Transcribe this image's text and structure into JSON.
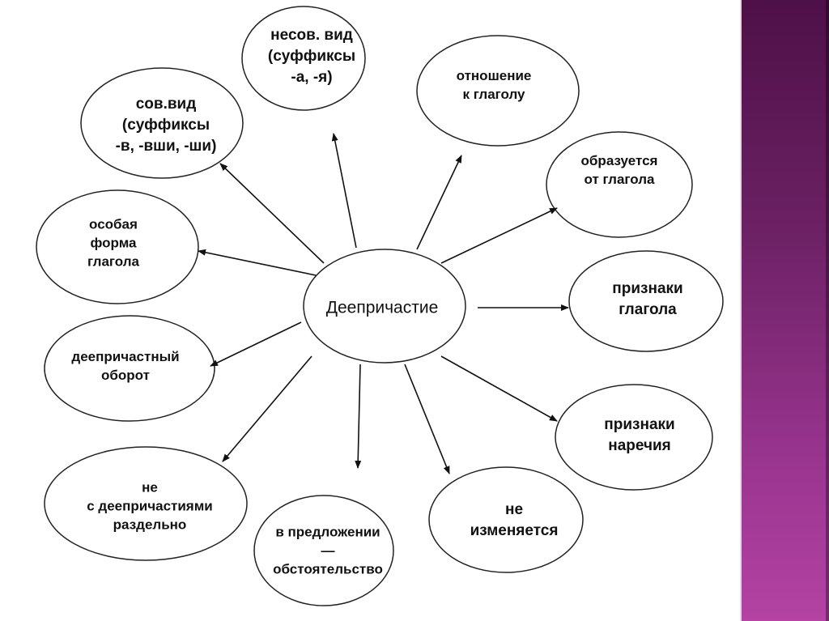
{
  "center": {
    "label": "Деепричастие"
  },
  "nodes": {
    "sov_vid": [
      "сов.вид",
      "(суффиксы",
      "-в, -вши, -ши)"
    ],
    "nesov_vid": [
      "несов. вид",
      "(суффиксы",
      "-а, -я)"
    ],
    "otnoshenie": [
      "отношение",
      "к глаголу"
    ],
    "obrazuetsya": [
      "образуется",
      "от глагола"
    ],
    "priznaki_glagola": [
      "признаки",
      "глагола"
    ],
    "priznaki_narechiya": [
      "признаки",
      "наречия"
    ],
    "ne_izmenyaetsya": [
      "не",
      "изменяется"
    ],
    "v_predlozhenii": [
      "в предложении",
      "—",
      "обстоятельство"
    ],
    "ne_razdelno": [
      "не",
      "с деепричастиями",
      "раздельно"
    ],
    "oborot": [
      "деепричастный",
      "оборот"
    ],
    "osobaya_forma": [
      "особая",
      "форма",
      "глагола"
    ]
  },
  "colors": {
    "stripe_top": "#4e1048",
    "stripe_bottom": "#b443a4"
  }
}
